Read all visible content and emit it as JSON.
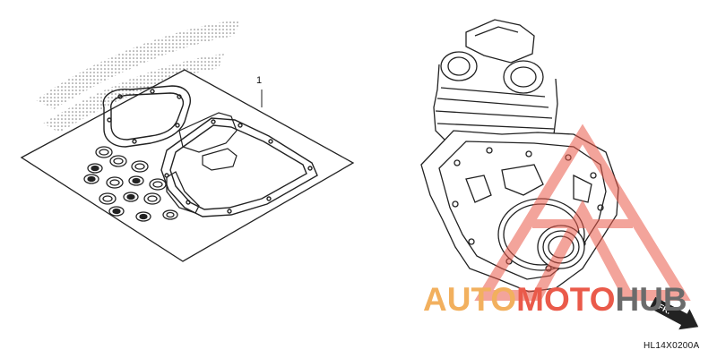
{
  "parts": {
    "callout_number": "1"
  },
  "watermark": {
    "part_auto": "AUTO",
    "part_moto": "MOTO",
    "part_hub": "HUB",
    "color_auto": "#f2b05e",
    "color_moto": "#ea5a4a",
    "color_hub": "#6b6b6b"
  },
  "direction": {
    "label": "FR.",
    "icon": "front-direction-arrow-icon"
  },
  "diagram_code": "HL14X0200A"
}
